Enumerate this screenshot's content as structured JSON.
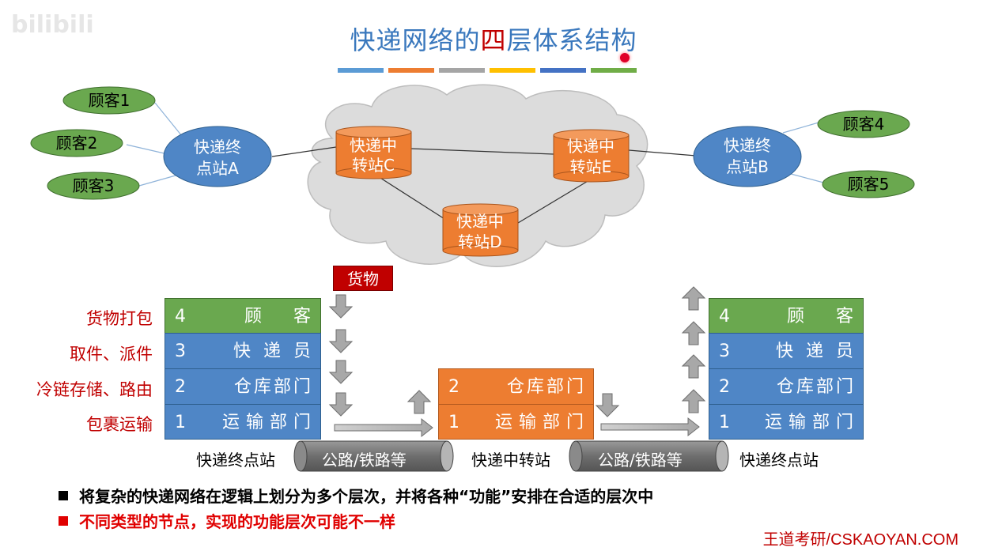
{
  "title": {
    "prefix": "快递网络的",
    "highlight": "四",
    "suffix": "层体系结构"
  },
  "color_bars": [
    "#5b9bd5",
    "#ed7d31",
    "#a5a5a5",
    "#ffc000",
    "#4472c4",
    "#70ad47"
  ],
  "top_network": {
    "customers_left": [
      "顾客1",
      "顾客2",
      "顾客3"
    ],
    "customers_right": [
      "顾客4",
      "顾客5"
    ],
    "terminal_a": [
      "快递终",
      "点站A"
    ],
    "terminal_b": [
      "快递终",
      "点站B"
    ],
    "hub_c": [
      "快递中",
      "转站C"
    ],
    "hub_e": [
      "快递中",
      "转站E"
    ],
    "hub_d": [
      "快递中",
      "转站D"
    ]
  },
  "cargo_label": "货物",
  "left_labels": [
    "货物打包",
    "取件、派件",
    "冷链存储、路由",
    "包裹运输"
  ],
  "stack_left": [
    {
      "num": "4",
      "name": "顾客"
    },
    {
      "num": "3",
      "name": "快递员"
    },
    {
      "num": "2",
      "name": "仓库部门"
    },
    {
      "num": "1",
      "name": "运输部门"
    }
  ],
  "stack_middle": [
    {
      "num": "2",
      "name": "仓库部门"
    },
    {
      "num": "1",
      "name": "运输部门"
    }
  ],
  "stack_right": [
    {
      "num": "4",
      "name": "顾客"
    },
    {
      "num": "3",
      "name": "快递员"
    },
    {
      "num": "2",
      "name": "仓库部门"
    },
    {
      "num": "1",
      "name": "运输部门"
    }
  ],
  "station_labels": {
    "left": "快递终点站",
    "middle": "快递中转站",
    "right": "快递终点站"
  },
  "road_label": "公路/铁路等",
  "bullets": [
    {
      "text": "将复杂的快递网络在逻辑上划分为多个层次，并将各种“功能”安排在合适的层次中",
      "color": "#000000"
    },
    {
      "text": "不同类型的节点，实现的功能层次可能不一样",
      "color": "#e00000"
    }
  ],
  "footer": "王道考研/CSKAOYAN.COM",
  "watermark": "bilibili"
}
